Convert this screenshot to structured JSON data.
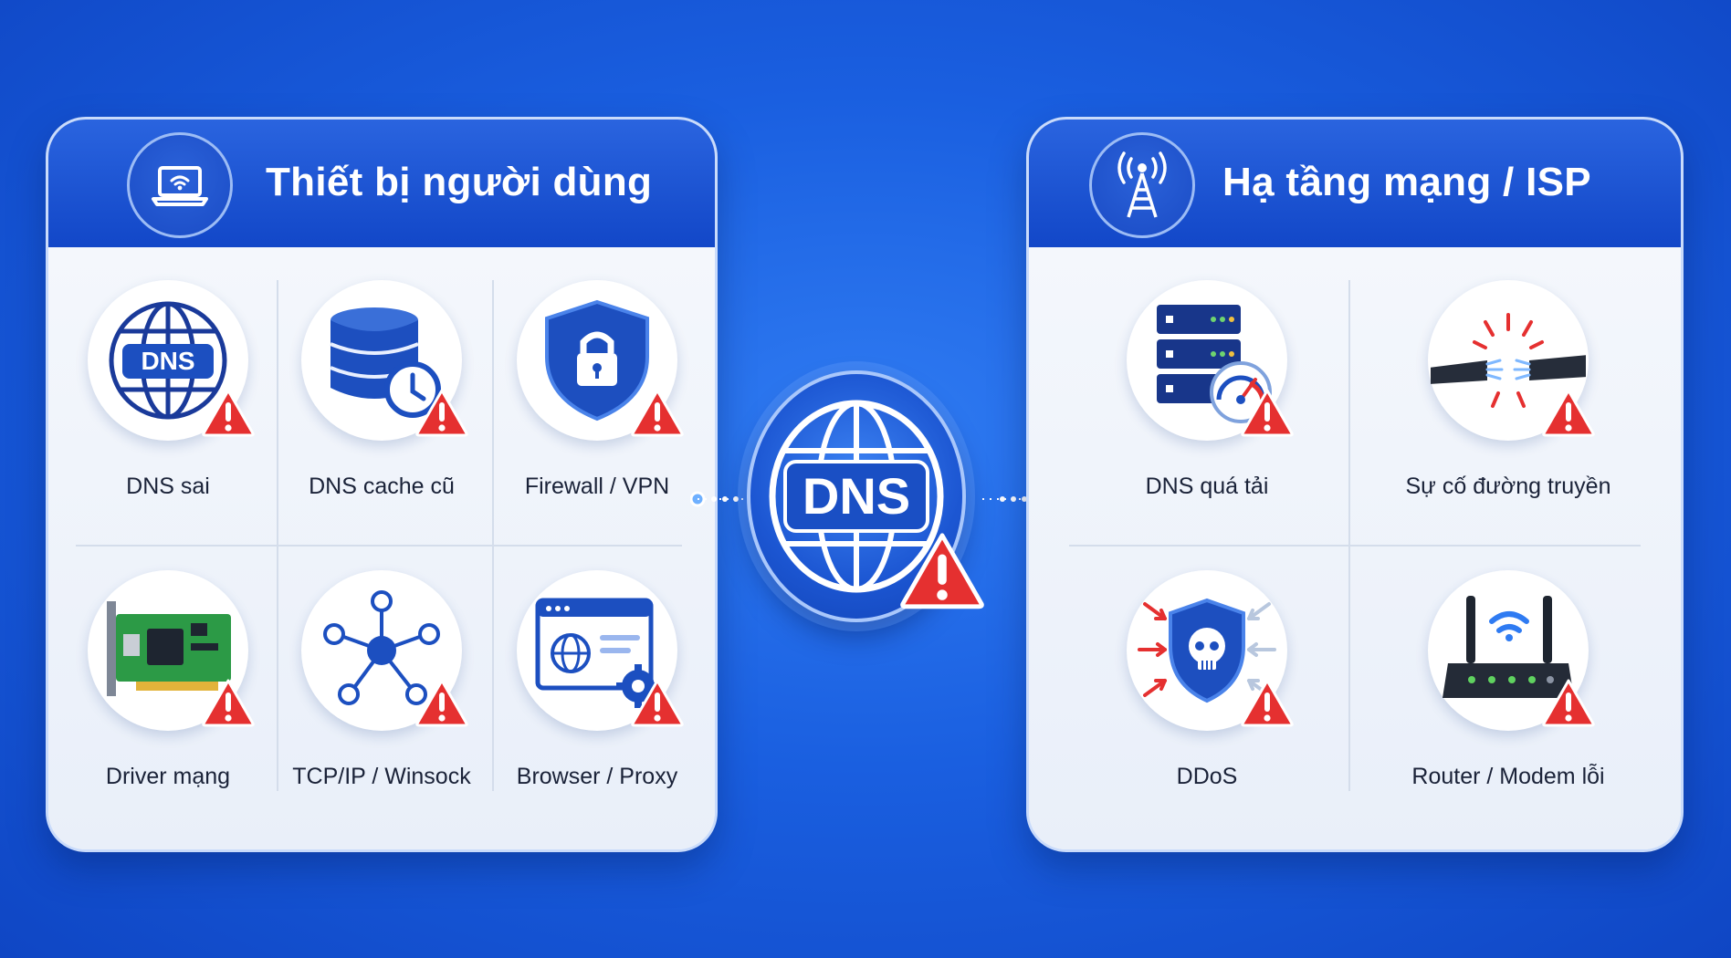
{
  "left_panel": {
    "title": "Thiết bị người dùng",
    "header_icon": "laptop-wifi-icon",
    "items": [
      {
        "label": "DNS sai",
        "icon": "dns-globe-icon",
        "icon_text": "DNS"
      },
      {
        "label": "DNS cache cũ",
        "icon": "database-clock-icon"
      },
      {
        "label": "Firewall / VPN",
        "icon": "shield-lock-icon"
      },
      {
        "label": "Driver mạng",
        "icon": "network-card-icon"
      },
      {
        "label": "TCP/IP / Winsock",
        "icon": "network-nodes-icon"
      },
      {
        "label": "Browser / Proxy",
        "icon": "browser-gear-icon"
      }
    ]
  },
  "center": {
    "label": "DNS",
    "icon": "dns-globe-warning-icon"
  },
  "right_panel": {
    "title": "Hạ tầng mạng / ISP",
    "header_icon": "cell-tower-icon",
    "items": [
      {
        "label": "DNS quá tải",
        "icon": "server-gauge-icon"
      },
      {
        "label": "Sự cố đường truyền",
        "icon": "broken-cable-icon"
      },
      {
        "label": "DDoS",
        "icon": "shield-skull-icon"
      },
      {
        "label": "Router / Modem lỗi",
        "icon": "router-icon"
      }
    ]
  },
  "colors": {
    "background": "#1a5fe0",
    "header": "#1247c8",
    "panel_body": "#eef3fb",
    "warning": "#e53030",
    "icon_blue": "#1c4fc0"
  },
  "warning_icon": "warning-triangle-icon"
}
